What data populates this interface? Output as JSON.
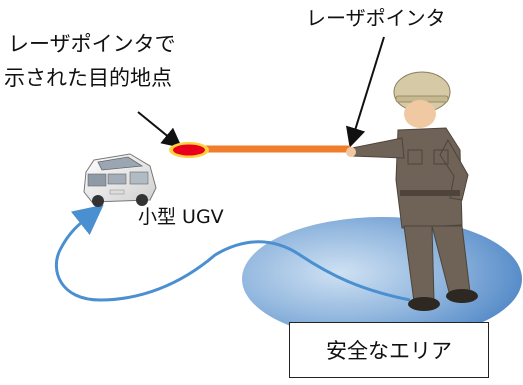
{
  "labels": {
    "target_line1": "レーザポインタで",
    "target_line2": "示された目的地点",
    "laser_pointer": "レーザポインタ",
    "small_ugv": "小型 UGV",
    "safe_area": "安全なエリア"
  },
  "colors": {
    "laser_beam": "#ef7d2c",
    "laser_dot": "#e8001c",
    "laser_dot_ring": "#ffd23a",
    "safe_zone": "#4f86c6",
    "path_arrow": "#4a8fd0",
    "soldier_uniform": "#6f6257",
    "helmet": "#d6c9a6"
  },
  "icons": [
    "ugv-vehicle-icon",
    "soldier-figure-icon",
    "laser-dot-icon"
  ]
}
